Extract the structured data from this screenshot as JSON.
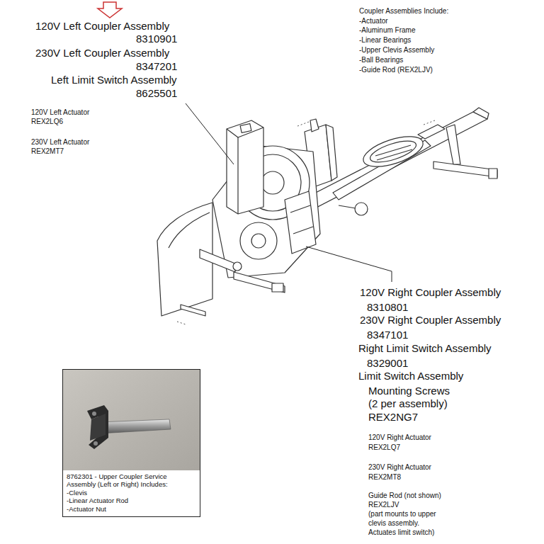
{
  "diagram": {
    "nodes": [
      {
        "text": [
          "8762301 - Upper Coupler Service Assembly (Left or Right) Includes:",
          "-Clevis",
          "-Linear Actuator Rod",
          "-Actuator Nut"
        ]
      }
    ],
    "labels": [
      "120V Left Coupler Assembly",
      "8310901",
      "230V Left Coupler Assembly",
      "8347201",
      "Left Limit Switch Assembly",
      "8625501",
      "120V Left Actuator",
      "REX2LQ6",
      "230V Left Actuator",
      "REX2MT7",
      "Coupler Assemblies Include:",
      "-Actuator",
      "-Aluminum Frame",
      "-Linear Bearings",
      "-Upper Clevis Assembly",
      "-Ball Bearings",
      "-Guide Rod (REX2LJV)",
      "120V Right Coupler Assembly",
      "8310801",
      "230V Right Coupler Assembly",
      "8347101",
      "Right Limit Switch Assembly",
      "8329001",
      "Limit Switch Assembly",
      "Mounting Screws",
      "(2 per assembly)",
      "REX2NG7",
      "120V Right Actuator",
      "REX2LQ7",
      "230V Right Actuator",
      "REX2MT8",
      "Guide Rod (not shown)",
      "REX2LJV",
      "(part mounts to upper",
      "clevis assembly.",
      "Actuates limit switch)"
    ]
  }
}
